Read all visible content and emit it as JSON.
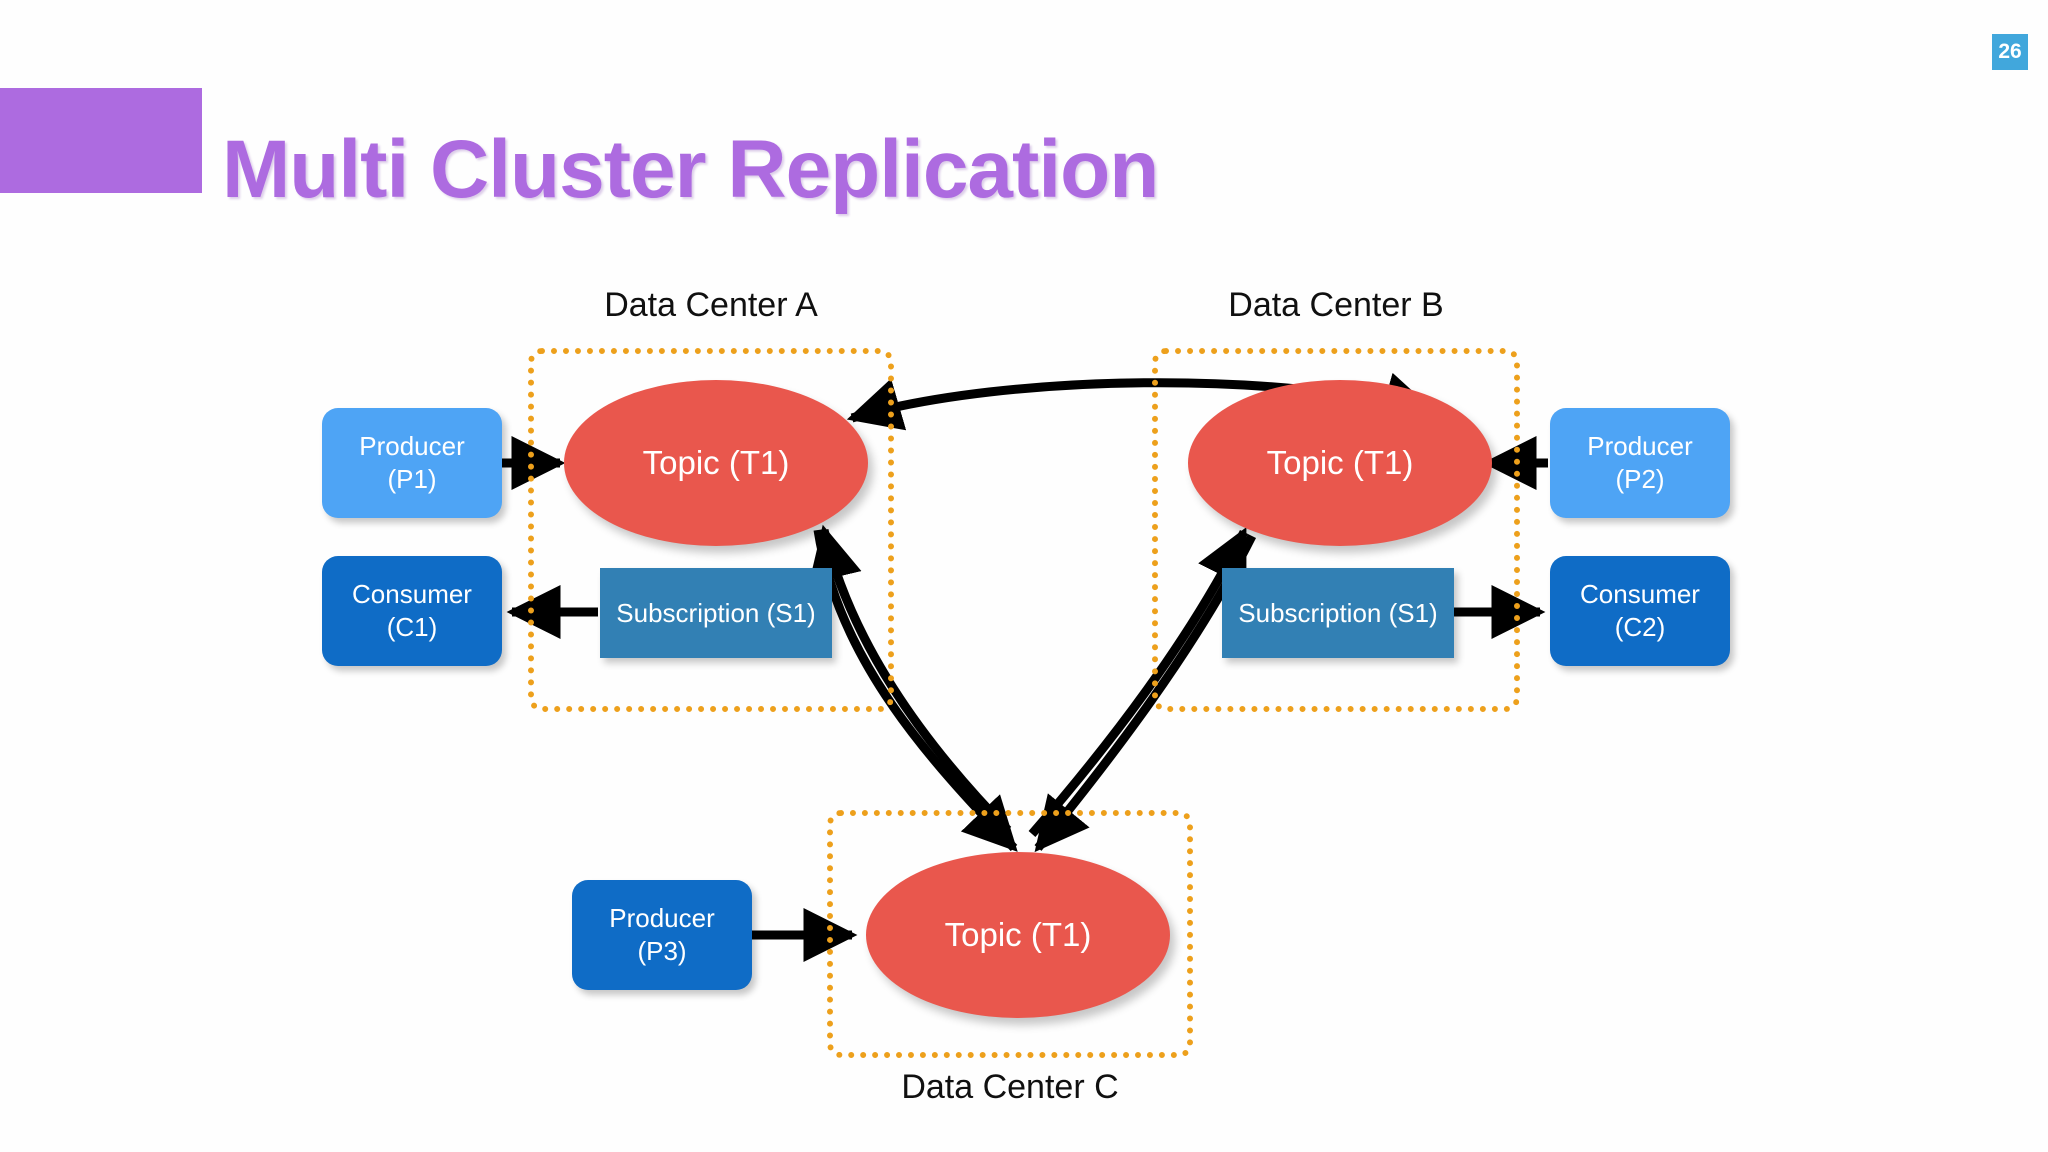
{
  "header": {
    "title": "Multi Cluster Replication",
    "slide_number": "26",
    "accent_color": "#ad6be0",
    "slide_number_bg": "#41a7dc"
  },
  "colors": {
    "topic": "#e9574d",
    "producer_light": "#4ea4f5",
    "consumer_dark": "#0f6cc6",
    "subscription": "#3280b4",
    "dc_border": "#eda01c",
    "arrow": "#000000"
  },
  "diagram": {
    "data_centers": [
      {
        "id": "dc-a",
        "label": "Data Center A",
        "label_position": "top",
        "topic": "Topic (T1)",
        "subscription": "Subscription (S1)"
      },
      {
        "id": "dc-b",
        "label": "Data Center B",
        "label_position": "top",
        "topic": "Topic (T1)",
        "subscription": "Subscription (S1)"
      },
      {
        "id": "dc-c",
        "label": "Data Center C",
        "label_position": "bottom",
        "topic": "Topic (T1)"
      }
    ],
    "clients": [
      {
        "id": "p1",
        "role": "Producer",
        "tag": "(P1)",
        "style": "producer"
      },
      {
        "id": "c1",
        "role": "Consumer",
        "tag": "(C1)",
        "style": "consumer"
      },
      {
        "id": "p2",
        "role": "Producer",
        "tag": "(P2)",
        "style": "producer"
      },
      {
        "id": "c2",
        "role": "Consumer",
        "tag": "(C2)",
        "style": "consumer"
      },
      {
        "id": "p3",
        "role": "Producer",
        "tag": "(P3)",
        "style": "producer-dark"
      }
    ],
    "connections": [
      {
        "from": "p1",
        "to": "topic-a",
        "direction": "one-way"
      },
      {
        "from": "sub-a",
        "to": "c1",
        "direction": "one-way"
      },
      {
        "from": "p2",
        "to": "topic-b",
        "direction": "one-way"
      },
      {
        "from": "sub-b",
        "to": "c2",
        "direction": "one-way"
      },
      {
        "from": "p3",
        "to": "topic-c",
        "direction": "one-way"
      },
      {
        "from": "topic-a",
        "to": "topic-b",
        "direction": "bidirectional"
      },
      {
        "from": "topic-a",
        "to": "topic-c",
        "direction": "bidirectional"
      },
      {
        "from": "topic-b",
        "to": "topic-c",
        "direction": "bidirectional"
      }
    ]
  }
}
